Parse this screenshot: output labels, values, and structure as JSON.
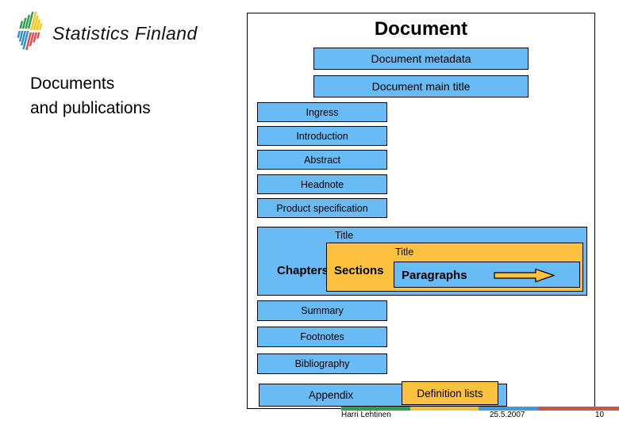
{
  "logo": {
    "text": "Statistics Finland",
    "bar_colors": {
      "green": "#2E9C4F",
      "yellow": "#FFC20E",
      "blue": "#2B8FD0",
      "red": "#E14B4B"
    }
  },
  "slide": {
    "subtitle_line1": "Documents",
    "subtitle_line2": "and publications"
  },
  "diagram": {
    "title": "Document",
    "metadata_box": "Document metadata",
    "main_title_box": "Document main title",
    "front_matter": [
      "Ingress",
      "Introduction",
      "Abstract",
      "Headnote",
      "Product specification"
    ],
    "chapters": {
      "title_label": "Title",
      "label": "Chapters",
      "sections": {
        "title_label": "Title",
        "label": "Sections",
        "paragraphs_label": "Paragraphs"
      }
    },
    "back_matter": [
      "Summary",
      "Footnotes",
      "Bibliography"
    ],
    "appendix_label": "Appendix",
    "definition_lists_label": "Definition lists",
    "colors": {
      "box_blue": "#68BBF5",
      "box_orange": "#FCC13E",
      "border": "#000000"
    }
  },
  "footer": {
    "author": "Harri Lehtinen",
    "date": "25.5.2007",
    "page_number": "10",
    "strip_colors": [
      "#2F9E52",
      "#EFBE3B",
      "#3D9BDC",
      "#CD5353"
    ]
  }
}
